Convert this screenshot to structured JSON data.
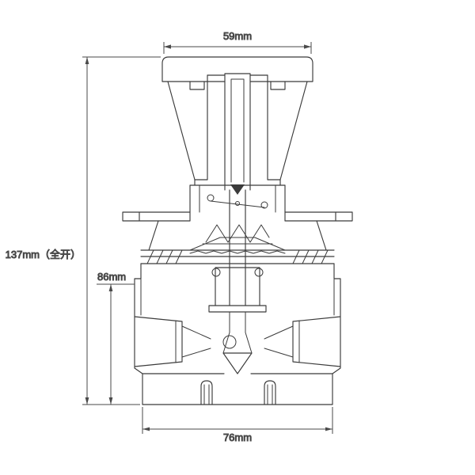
{
  "page": {
    "background_color": "#ffffff",
    "line_color": "#3b3b3b",
    "dimension_line_color": "#4a4a4a",
    "text_color": "#333333"
  },
  "dimensions": {
    "top_width_label": "59mm",
    "overall_height_label": "137mm（全开）",
    "body_height_label": "86mm",
    "base_width_label": "76mm"
  }
}
